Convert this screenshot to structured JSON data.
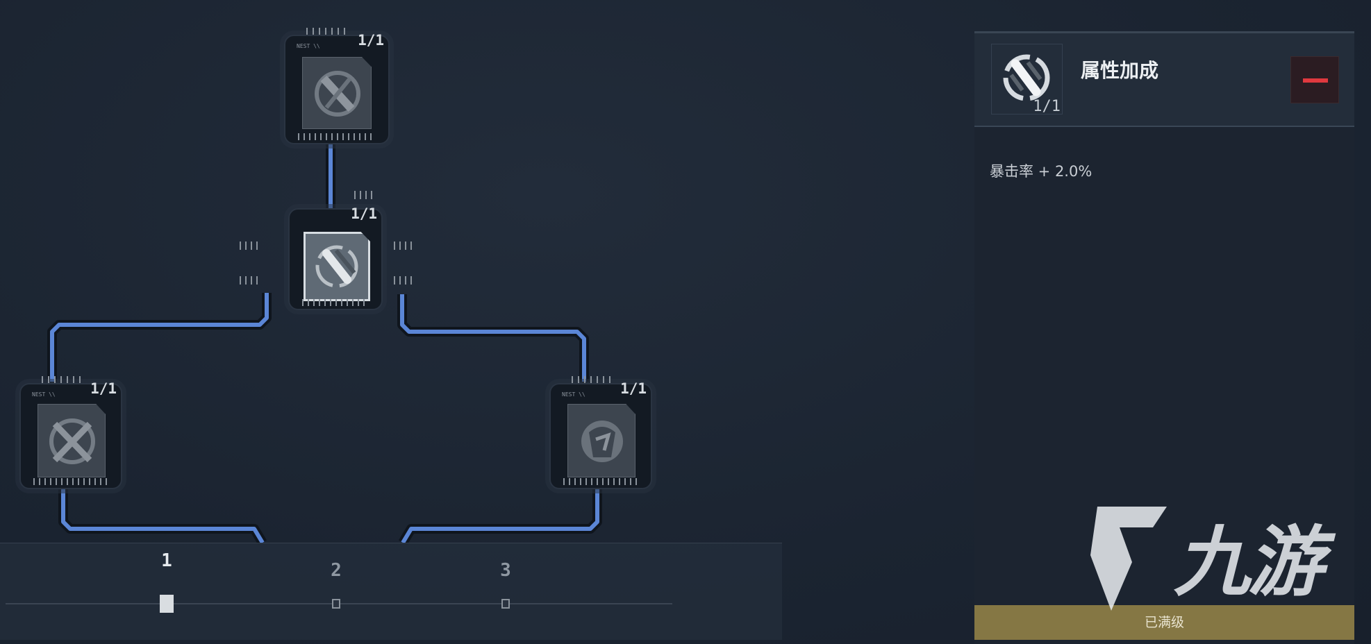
{
  "colors": {
    "path": "#5b86d6",
    "bg": "#1b2431",
    "accent_gold": "#857744",
    "minus_red": "#e0393f"
  },
  "nodes": [
    {
      "id": "top",
      "level": "1/1",
      "icon": "bullet-swords-icon",
      "tag": "NEST \\\\"
    },
    {
      "id": "middle",
      "level": "1/1",
      "icon": "bullet-reload-icon",
      "tag": "",
      "selected": true
    },
    {
      "id": "left",
      "level": "1/1",
      "icon": "crossed-knives-icon",
      "tag": "NEST \\\\"
    },
    {
      "id": "right",
      "level": "1/1",
      "icon": "armor-icon",
      "tag": "NEST \\\\"
    }
  ],
  "panel": {
    "title": "属性加成",
    "level": "1/1",
    "icon": "bullet-reload-icon",
    "stat": "暴击率 + 2.0%",
    "max_label": "已满级"
  },
  "tiers": [
    {
      "label": "1",
      "active": true
    },
    {
      "label": "2",
      "active": false
    },
    {
      "label": "3",
      "active": false
    }
  ],
  "watermark": "九游"
}
